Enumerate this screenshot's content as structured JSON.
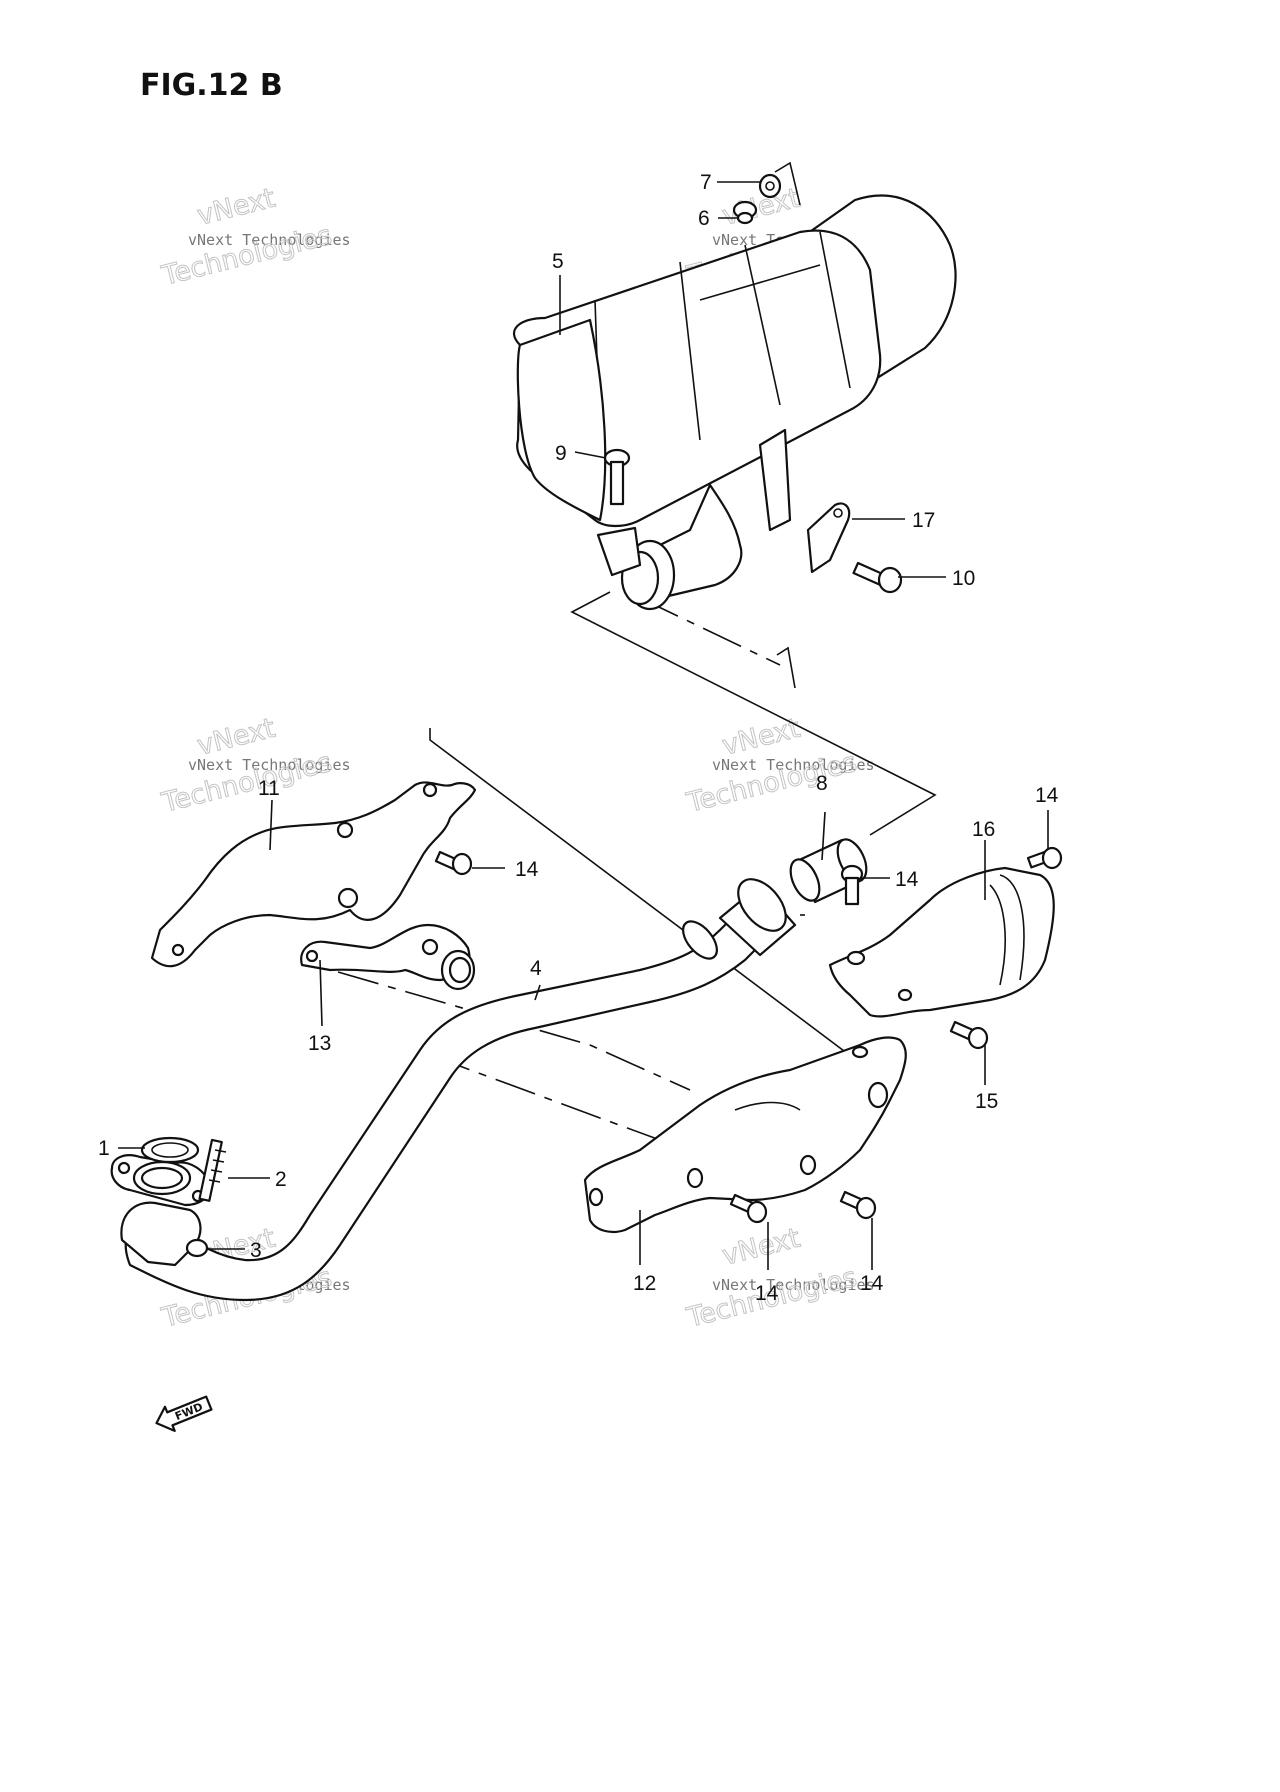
{
  "figure": {
    "title": "FIG.12 B"
  },
  "callouts": {
    "c1": "1",
    "c2": "2",
    "c3": "3",
    "c4": "4",
    "c5": "5",
    "c6": "6",
    "c7": "7",
    "c8": "8",
    "c9": "9",
    "c10": "10",
    "c11": "11",
    "c12": "12",
    "c13": "13",
    "c14a": "14",
    "c14b": "14",
    "c14c": "14",
    "c14d": "14",
    "c14e": "14",
    "c15": "15",
    "c16": "16",
    "c17": "17"
  },
  "watermark": {
    "company": "vNext Technologies",
    "word1": "vNext",
    "word2": "Technologies"
  },
  "fwd_arrow": {
    "label": "FWD"
  }
}
